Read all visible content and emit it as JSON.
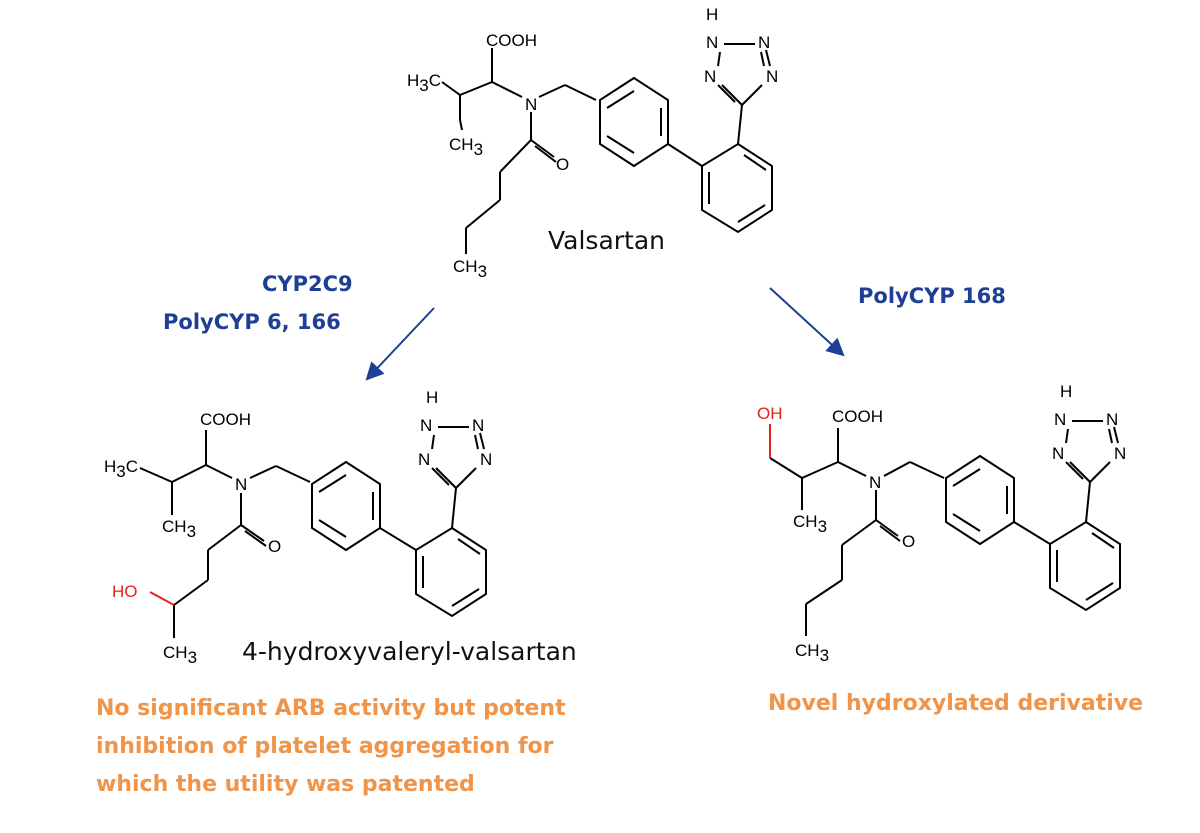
{
  "molecules": {
    "top_name": "Valsartan",
    "left_name": "4-hydroxyvaleryl-valsartan"
  },
  "enzymes": {
    "left_line1": "CYP2C9",
    "left_line2": "PolyCYP 6, 166",
    "right": "PolyCYP 168"
  },
  "notes": {
    "left_line1": "No significant ARB activity but potent",
    "left_line2": "inhibition of platelet aggregation for",
    "left_line3": "which the utility was patented",
    "right": "Novel hydroxylated derivative"
  },
  "atoms": {
    "cooh": "COOH",
    "h3c": "H",
    "ch3": "CH",
    "three": "3",
    "n": "N",
    "o": "O",
    "h": "H",
    "ho": "HO",
    "oh": "OH"
  },
  "colors": {
    "enzyme": "#1e3f94",
    "note": "#f0944a",
    "hydroxyl": "#e0241b",
    "arrow": "#1e3f94"
  }
}
